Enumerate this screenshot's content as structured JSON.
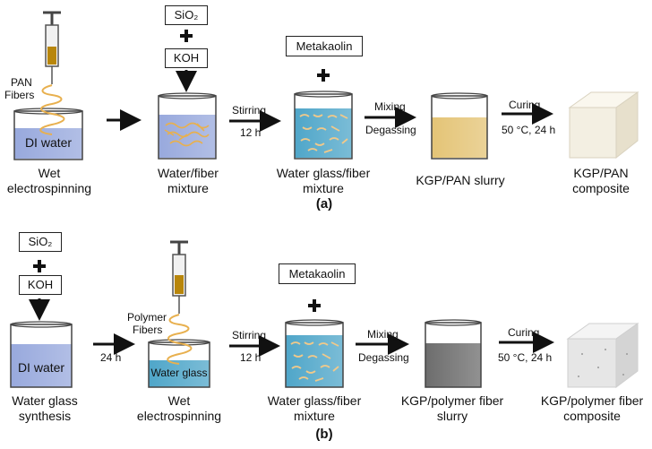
{
  "row_a": {
    "panel_label": "(a)",
    "steps": [
      {
        "label_line1": "Wet",
        "label_line2": "electrospinning",
        "beaker_text": "DI water",
        "fiber_text_line1": "PAN",
        "fiber_text_line2": "Fibers"
      },
      {
        "label_line1": "Water/fiber",
        "label_line2": "mixture",
        "reagent1": "SiO₂",
        "reagent2": "KOH"
      },
      {
        "label_line1": "Water glass/fiber",
        "label_line2": "mixture",
        "reagent": "Metakaolin"
      },
      {
        "label_line1": "KGP/PAN slurry"
      },
      {
        "label_line1": "KGP/PAN",
        "label_line2": "composite"
      }
    ],
    "arrows": [
      {
        "top": "",
        "bottom": ""
      },
      {
        "top": "Stirring",
        "bottom": "12 h"
      },
      {
        "top": "Mixing",
        "bottom": "Degassing"
      },
      {
        "top": "Curing",
        "bottom": "50 °C, 24 h"
      }
    ]
  },
  "row_b": {
    "panel_label": "(b)",
    "steps": [
      {
        "label_line1": "Water glass",
        "label_line2": "synthesis",
        "beaker_text": "DI water",
        "reagent1": "SiO₂",
        "reagent2": "KOH"
      },
      {
        "label_line1": "Wet",
        "label_line2": "electrospinning",
        "beaker_text": "Water glass",
        "fiber_text_line1": "Polymer",
        "fiber_text_line2": "Fibers"
      },
      {
        "label_line1": "Water glass/fiber",
        "label_line2": "mixture",
        "reagent": "Metakaolin"
      },
      {
        "label_line1": "KGP/polymer fiber",
        "label_line2": "slurry"
      },
      {
        "label_line1": "KGP/polymer fiber",
        "label_line2": "composite"
      }
    ],
    "arrows": [
      {
        "top": "",
        "bottom": "24 h"
      },
      {
        "top": "Stirring",
        "bottom": "12 h"
      },
      {
        "top": "Mixing",
        "bottom": "Degassing"
      },
      {
        "top": "Curing",
        "bottom": "50 °C, 24 h"
      }
    ]
  },
  "colors": {
    "di_water": "#98a9dd",
    "water_glass": "#4fa6c9",
    "fiber": "#e8b04e",
    "kgp_pan_slurry": "#e4c476",
    "kgp_polymer_slurry": "#6d6d6d",
    "cube_pan": "#f3efe2",
    "cube_polymer": "#e6e6e6"
  }
}
